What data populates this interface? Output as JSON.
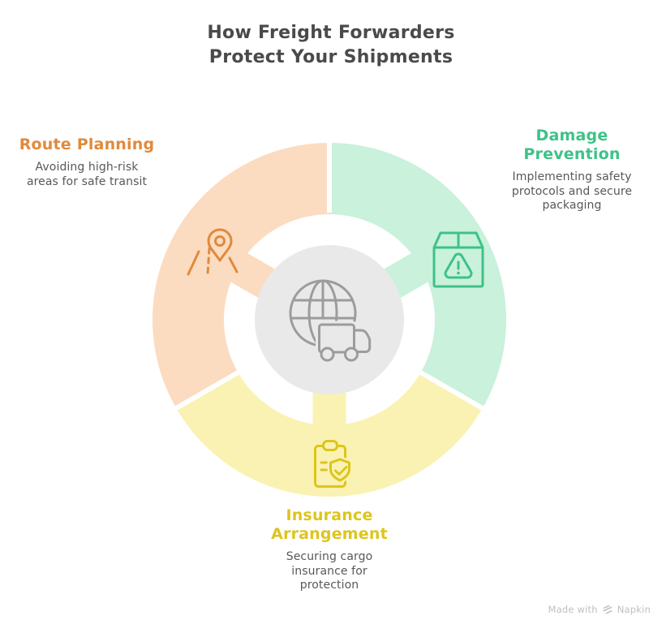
{
  "title": {
    "text": "How Freight Forwarders\nProtect Your Shipments"
  },
  "segments": [
    {
      "id": "route-planning",
      "title": "Route Planning",
      "description": "Avoiding high-risk\nareas for safe transit",
      "icon": "route-pin-icon",
      "fill": "#fbdcc1",
      "accent": "#e08a3c"
    },
    {
      "id": "damage-prevention",
      "title": "Damage\nPrevention",
      "description": "Implementing safety\nprotocols and secure\npackaging",
      "icon": "package-warning-icon",
      "fill": "#c9f1db",
      "accent": "#3ec287"
    },
    {
      "id": "insurance-arrangement",
      "title": "Insurance\nArrangement",
      "description": "Securing cargo\ninsurance for\nprotection",
      "icon": "clipboard-shield-icon",
      "fill": "#faf2b2",
      "accent": "#ddc51d"
    }
  ],
  "center": {
    "icon": "globe-truck-icon"
  },
  "watermark": {
    "prefix": "Made with",
    "brand": "Napkin"
  },
  "colors": {
    "title_text": "#4a4a4a",
    "body_text": "#585858",
    "orange_fill": "#fbdcc1",
    "orange_accent": "#e08a3c",
    "green_fill": "#c9f1db",
    "green_accent": "#3ec287",
    "yellow_fill": "#faf2b2",
    "yellow_accent": "#ddc51d",
    "center_circle_fill": "#e9e9e9",
    "center_icon_stroke": "#9c9c9c",
    "watermark_text": "#bfbfbf"
  }
}
